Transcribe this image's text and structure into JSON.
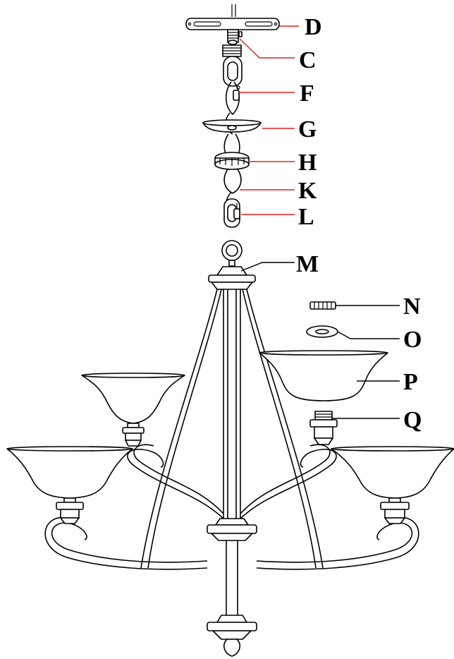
{
  "callouts": [
    {
      "id": "D",
      "text": "D",
      "leader_color": "#e02020"
    },
    {
      "id": "C",
      "text": "C",
      "leader_color": "#e02020"
    },
    {
      "id": "F",
      "text": "F",
      "leader_color": "#e02020"
    },
    {
      "id": "G",
      "text": "G",
      "leader_color": "#e02020"
    },
    {
      "id": "H",
      "text": "H",
      "leader_color": "#e02020"
    },
    {
      "id": "K",
      "text": "K",
      "leader_color": "#e02020"
    },
    {
      "id": "L",
      "text": "L",
      "leader_color": "#e02020"
    },
    {
      "id": "M",
      "text": "M",
      "leader_color": "#000000"
    },
    {
      "id": "N",
      "text": "N",
      "leader_color": "#000000"
    },
    {
      "id": "O",
      "text": "O",
      "leader_color": "#000000"
    },
    {
      "id": "P",
      "text": "P",
      "leader_color": "#000000"
    },
    {
      "id": "Q",
      "text": "Q",
      "leader_color": "#000000"
    }
  ]
}
